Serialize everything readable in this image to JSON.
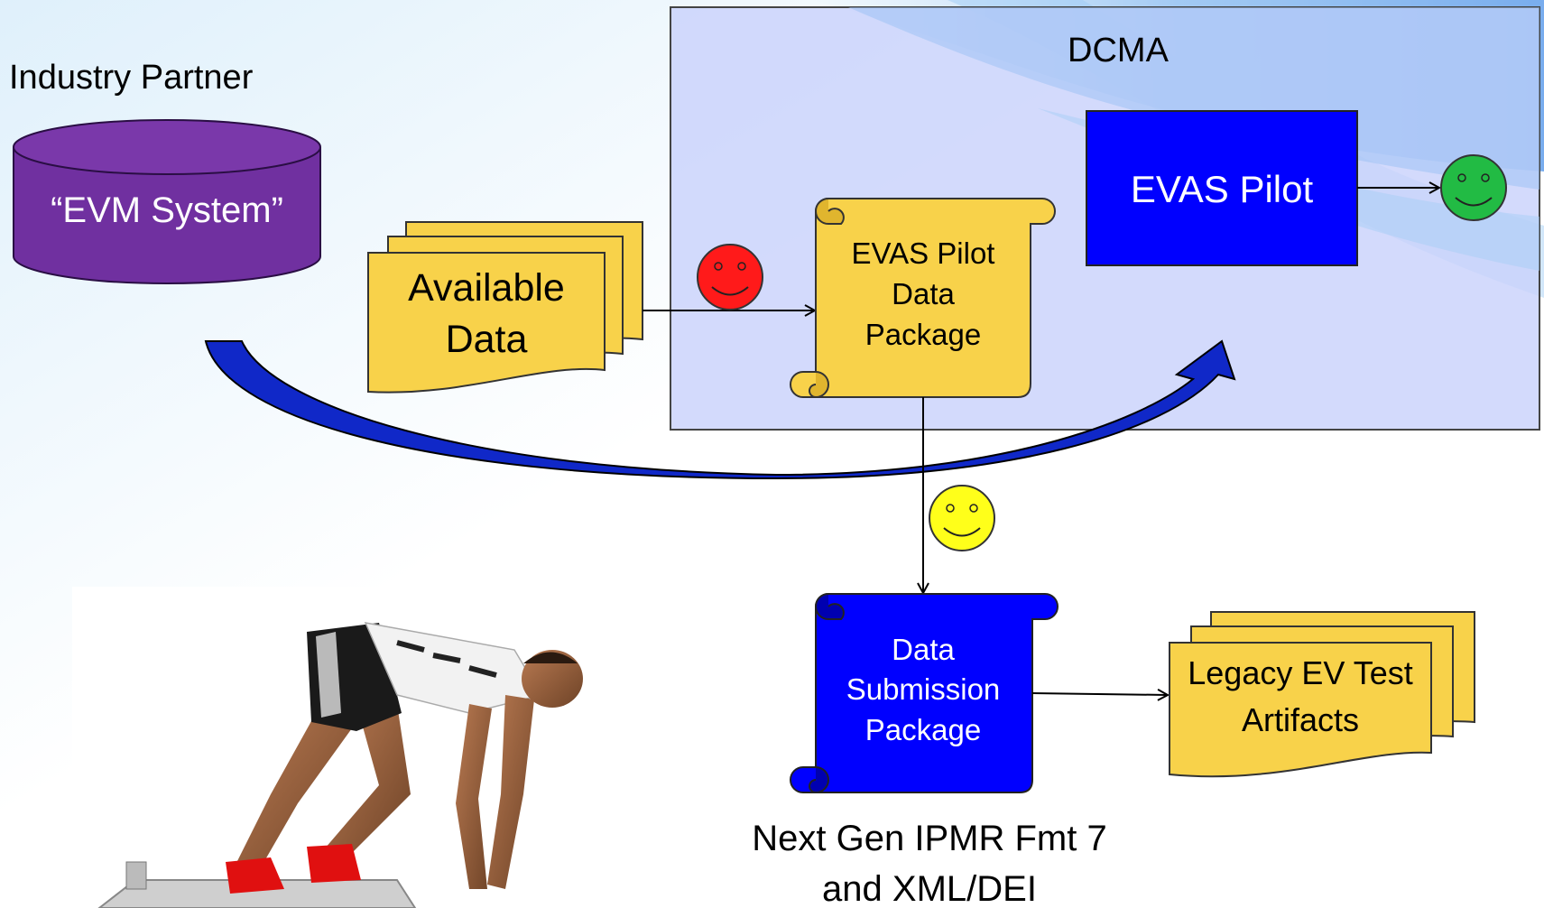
{
  "industry_partner": {
    "heading": "Industry Partner",
    "database_label": "“EVM System”"
  },
  "available_data": {
    "line1": "Available",
    "line2": "Data"
  },
  "dcma": {
    "heading": "DCMA",
    "pilot_data_package": {
      "line1": "EVAS Pilot",
      "line2": "Data",
      "line3": "Package"
    },
    "evas_pilot": "EVAS Pilot"
  },
  "data_submission_package": {
    "line1": "Data",
    "line2": "Submission",
    "line3": "Package"
  },
  "legacy_artifacts": {
    "line1": "Legacy EV Test",
    "line2": "Artifacts"
  },
  "next_gen": {
    "line1": "Next Gen IPMR Fmt 7",
    "line2": "and XML/DEI"
  },
  "colors": {
    "evm_system": "#7030a0",
    "document_yellow": "#f8d24a",
    "pilot_blue": "#0000ff",
    "dcma_panel": "#c9d2fb",
    "curve_arrow": "#1028c8",
    "face_red": "#ff1a1a",
    "face_yellow": "#ffff1a",
    "face_green": "#22bb44"
  },
  "icons": [
    "smiley-red-icon",
    "smiley-yellow-icon",
    "smiley-green-icon",
    "sprinter-image"
  ]
}
